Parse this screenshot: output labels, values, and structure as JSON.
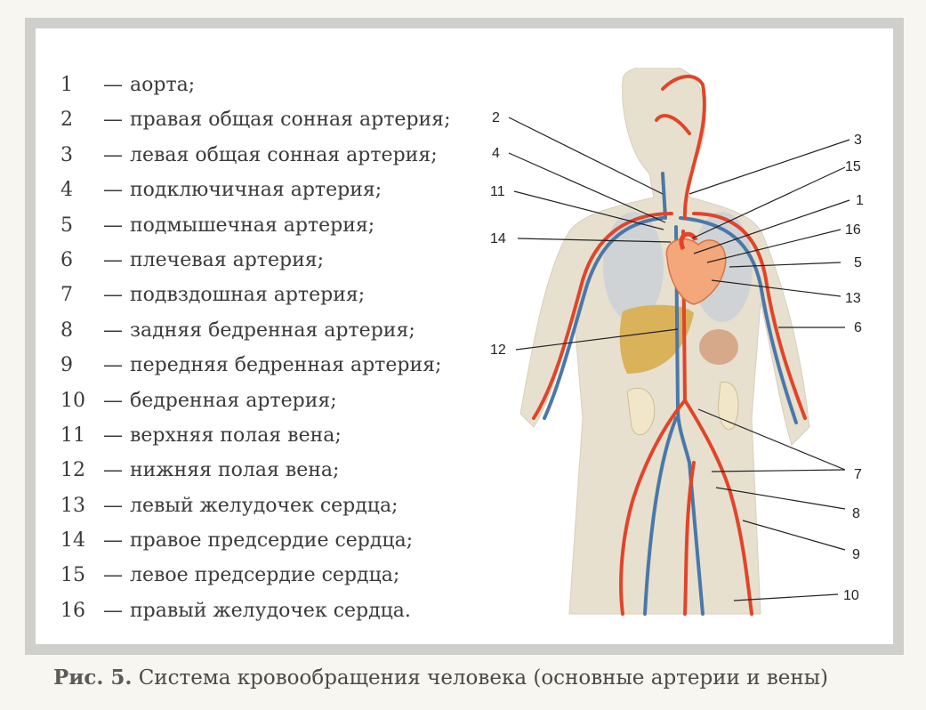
{
  "legend": {
    "items": [
      {
        "num": "1",
        "label": "аорта;"
      },
      {
        "num": "2",
        "label": "правая общая сонная артерия;"
      },
      {
        "num": "3",
        "label": "левая общая сонная артерия;"
      },
      {
        "num": "4",
        "label": "подключичная артерия;"
      },
      {
        "num": "5",
        "label": "подмышечная артерия;"
      },
      {
        "num": "6",
        "label": "плечевая артерия;"
      },
      {
        "num": "7",
        "label": "подвздошная артерия;"
      },
      {
        "num": "8",
        "label": "задняя бедренная артерия;"
      },
      {
        "num": "9",
        "label": "передняя бедренная артерия;"
      },
      {
        "num": "10",
        "label": "бедренная артерия;"
      },
      {
        "num": "11",
        "label": "верхняя полая вена;"
      },
      {
        "num": "12",
        "label": "нижняя полая вена;"
      },
      {
        "num": "13",
        "label": "левый желудочек сердца;"
      },
      {
        "num": "14",
        "label": "правое предсердие сердца;"
      },
      {
        "num": "15",
        "label": "левое предсердие сердца;"
      },
      {
        "num": "16",
        "label": "правый желудочек сердца."
      }
    ]
  },
  "figure": {
    "callouts": {
      "c1": "1",
      "c2": "2",
      "c3": "3",
      "c4": "4",
      "c5": "5",
      "c6": "6",
      "c7": "7",
      "c8": "8",
      "c9": "9",
      "c10": "10",
      "c11": "11",
      "c12": "12",
      "c13": "13",
      "c14": "14",
      "c15": "15",
      "c16": "16"
    }
  },
  "caption": {
    "prefix": "Рис. 5.",
    "text": "Система кровообращения человека (основные артерии и вены)"
  },
  "colors": {
    "artery": "#e0452a",
    "vein": "#4a78a8",
    "body": "#e6dfcf",
    "heart": "#f3a77a",
    "frame": "#cfcfcb"
  }
}
